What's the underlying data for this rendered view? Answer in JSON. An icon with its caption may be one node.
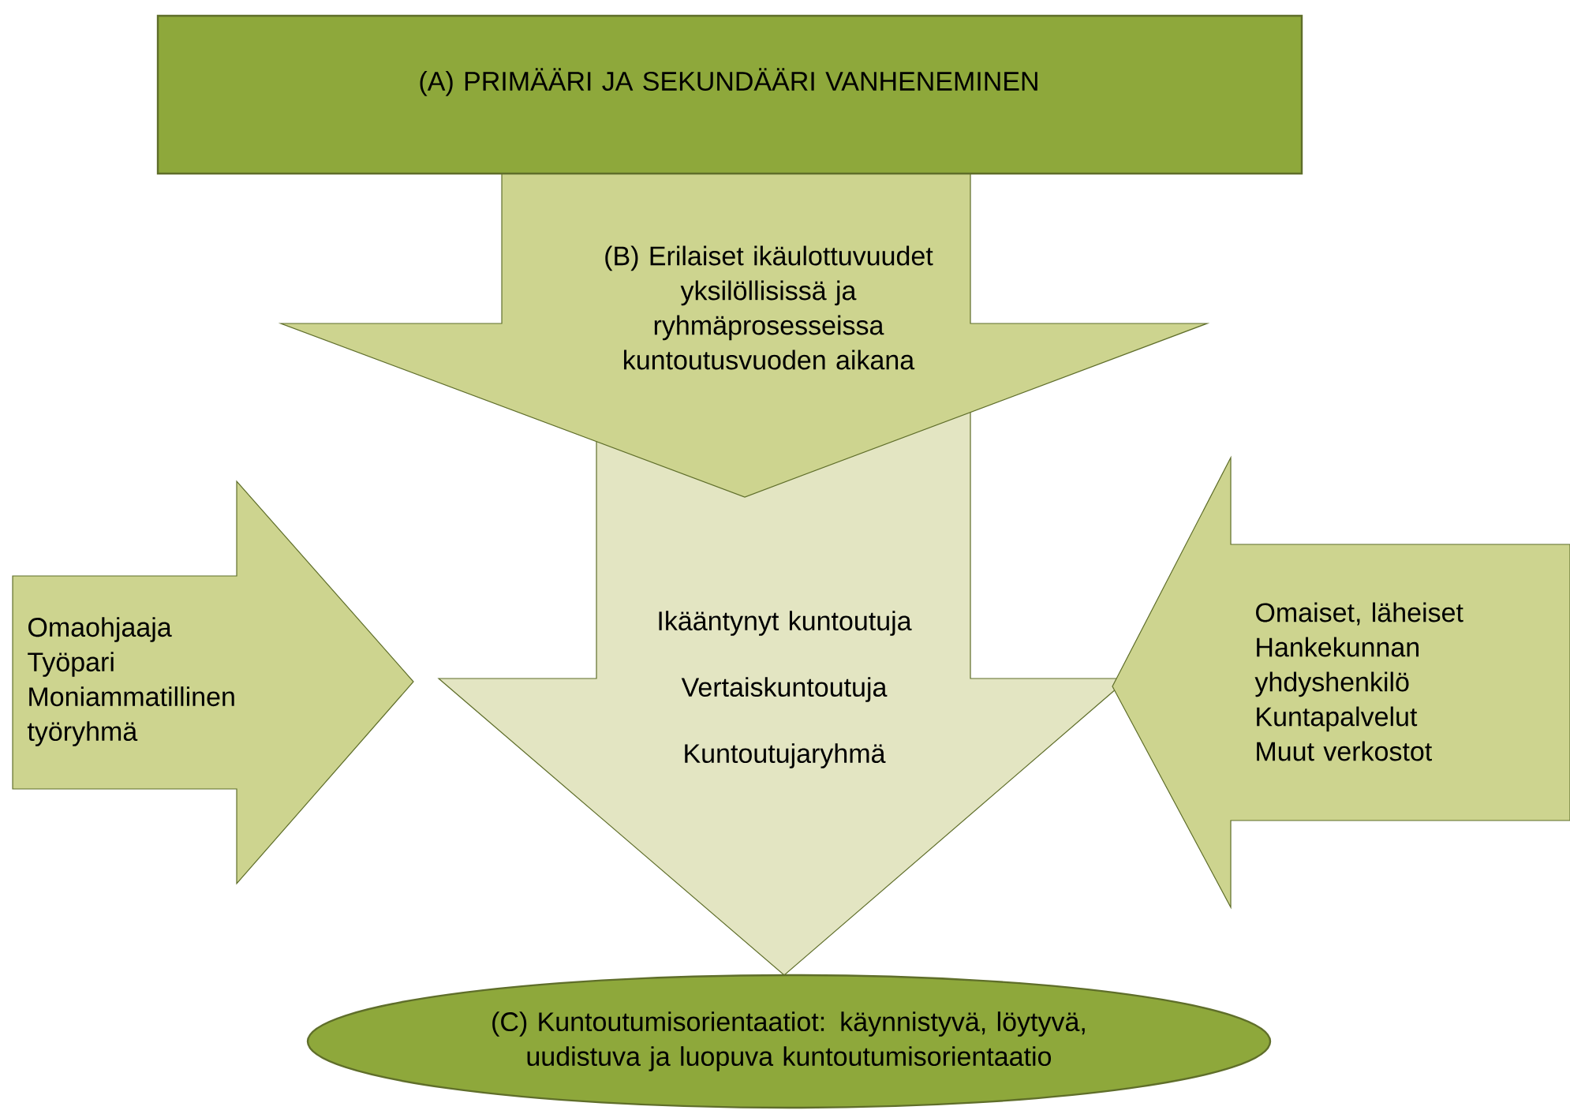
{
  "diagram": {
    "nodes": [
      {
        "text": [
          "(A) PRIMÄÄRI JA SEKUNDÄÄRI VANHENEMINEN"
        ]
      },
      {
        "text": [
          "(B) Erilaiset ikäulottuvuudet yksilöllisissä ja ryhmäprosesseissa kuntoutusvuoden aikana"
        ]
      },
      {
        "text": [
          "Ikääntynyt kuntoutuja",
          "Vertaiskuntoutuja",
          "Kuntoutujaryhmä"
        ]
      },
      {
        "text": [
          "Omaohjaaja",
          "Työpari",
          "Moniammatillinen työryhmä"
        ]
      },
      {
        "text": [
          "Omaiset, läheiset",
          "Hankekunnan yhdyshenkilö",
          "Kuntapalvelut",
          "Muut verkostot"
        ]
      },
      {
        "text": [
          "(C) Kuntoutumisorientaatiot: käynnistyvä, löytyvä, uudistuva ja luopuva kuntoutumisorientaatio"
        ]
      }
    ]
  }
}
